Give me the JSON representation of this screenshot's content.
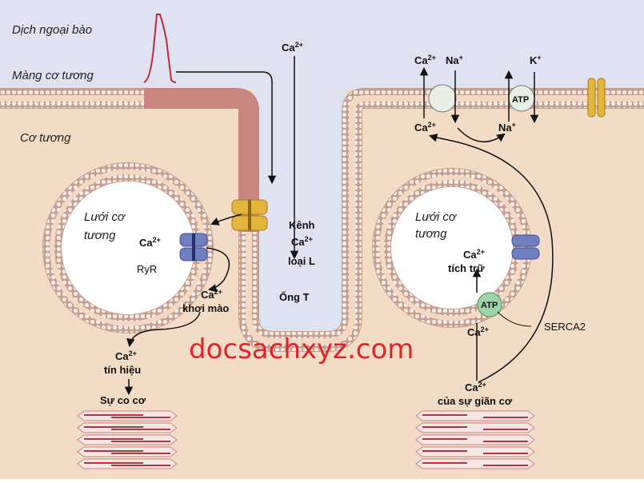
{
  "regions": {
    "extracellular": "Dịch ngoại bào",
    "sarcolemma": "Màng cơ tương",
    "cytoplasm": "Cơ tương"
  },
  "left_sr": {
    "title_line1": "Lưới cơ",
    "title_line2": "tương",
    "ryr_label": "RyR",
    "ca_label": "Ca",
    "ca_charge": "2+"
  },
  "right_sr": {
    "title_line1": "Lưới cơ",
    "title_line2": "tương",
    "stored_ca": "Ca",
    "stored_ca_charge": "2+",
    "stored_label": "tích trữ",
    "serca_label": "SERCA2",
    "atp_label": "ATP",
    "ca_label": "Ca",
    "ca_charge": "2+"
  },
  "channel": {
    "line1": "Kênh",
    "line2_ca": "Ca",
    "line2_charge": "2+",
    "line3": "loại L",
    "ttubule": "Ống T"
  },
  "top_ions": {
    "ca_in": "Ca",
    "ca_charge": "2+",
    "exchanger_ca": "Ca",
    "exchanger_na": "Na",
    "na_charge": "+",
    "pump_atp": "ATP",
    "pump_k": "K",
    "k_charge": "+",
    "pump_na": "Na"
  },
  "trigger": {
    "ca": "Ca",
    "charge": "2+",
    "label": "khơi mào"
  },
  "signal": {
    "ca": "Ca",
    "charge": "2+",
    "label": "tín hiệu"
  },
  "contraction": {
    "label": "Sự co cơ"
  },
  "relaxation": {
    "ca": "Ca",
    "charge": "2+",
    "label": "của sự giãn cơ"
  },
  "watermark": "docsachxyz.com",
  "colors": {
    "extracellular": "#dfe2f1",
    "cytoplasm": "#f3dcc6",
    "membrane_head": "#f6ecea",
    "membrane_head_stroke": "#c6a08f",
    "tubule_red": "#c9857f",
    "channel_gold": "#e3b53a",
    "ryr_blue": "#6f7fbf",
    "atp_green": "#9fd3a8",
    "watermark": "#e0242a"
  }
}
